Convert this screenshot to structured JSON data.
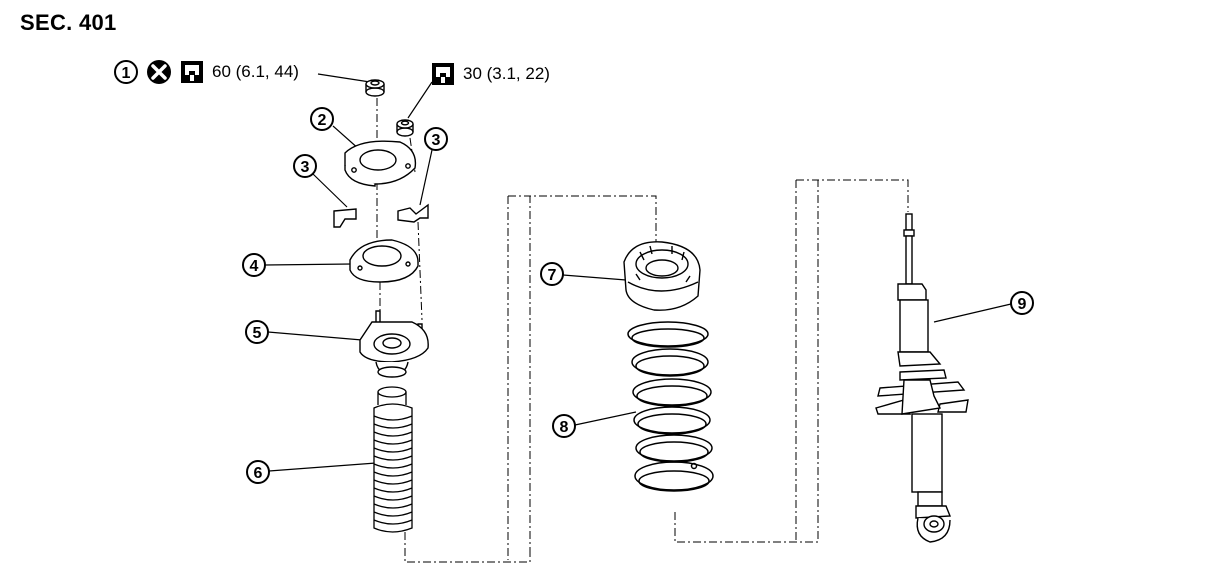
{
  "section": "SEC. 401",
  "torque_specs": [
    {
      "id": 1,
      "value": "60 (6.1, 44)"
    },
    {
      "id": 2,
      "value": "30 (3.1, 22)"
    }
  ],
  "callouts": [
    "1",
    "2",
    "3",
    "3",
    "4",
    "5",
    "6",
    "7",
    "8",
    "9"
  ],
  "symbols": {
    "do_not_reuse_icon": "x-circle-icon",
    "torque_wrench_icon": "wrench-icon"
  }
}
